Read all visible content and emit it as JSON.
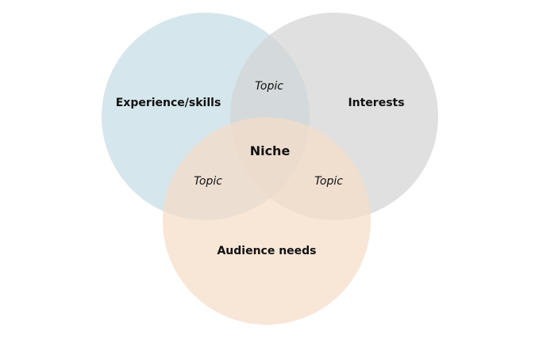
{
  "diagram": {
    "circles": [
      {
        "id": "experience",
        "label": "Experience/skills",
        "color": "#c5dce5"
      },
      {
        "id": "interests",
        "label": "Interests",
        "color": "#d4d4d4"
      },
      {
        "id": "audience",
        "label": "Audience needs",
        "color": "#f5dcc8"
      }
    ],
    "center_label": "Niche",
    "overlap_labels": {
      "experience_interests": "Topic",
      "experience_audience": "Topic",
      "interests_audience": "Topic"
    }
  }
}
